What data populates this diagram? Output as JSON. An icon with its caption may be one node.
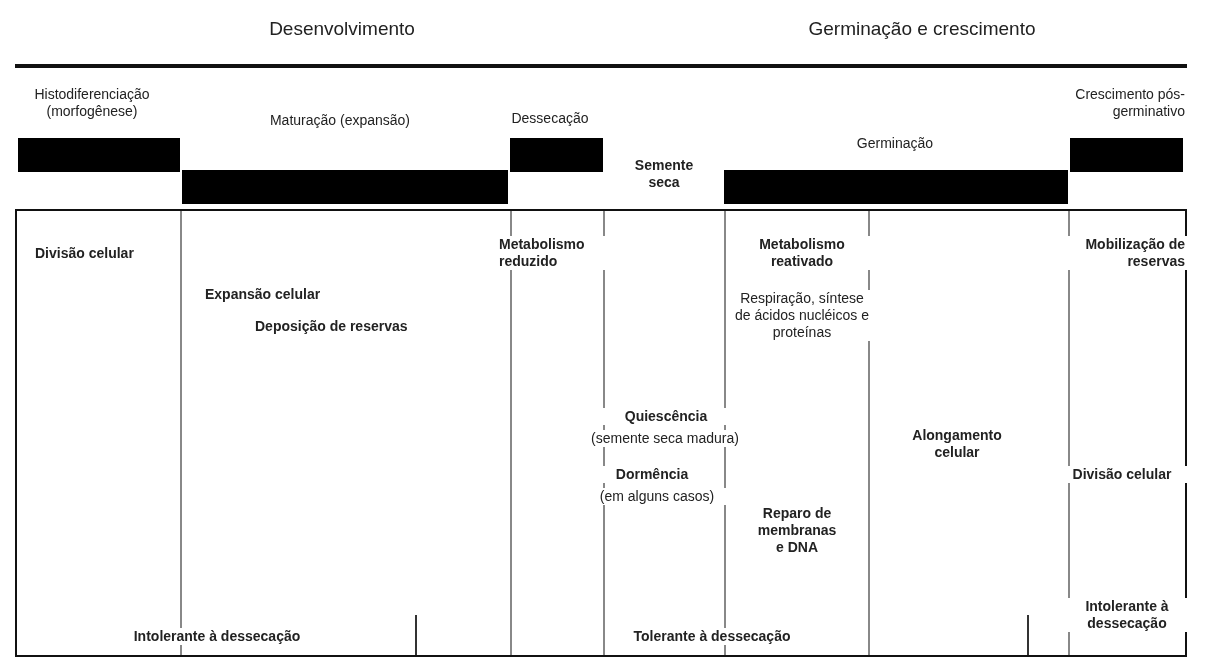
{
  "diagram": {
    "nodes": [
      {
        "text": [
          "Histodiferenciação (morfogênese)"
        ]
      },
      {
        "text": [
          "Maturação (expansão)"
        ]
      },
      {
        "text": [
          "Dessecação"
        ]
      },
      {
        "text": [
          "Germinação"
        ]
      },
      {
        "text": [
          "Crescimento pós-germinativo"
        ]
      }
    ],
    "labels": [
      "Desenvolvimento",
      "Germinação e crescimento",
      "Semente seca",
      "Divisão celular",
      "Metabolismo reduzido",
      "Metabolismo reativado",
      "Mobilização de reservas",
      "Expansão celular",
      "Respiração, síntese de ácidos nucléicos e proteínas",
      "Deposição de reservas",
      "Quiescência",
      "(semente seca madura)",
      "Alongamento celular",
      "Dormência",
      "(em alguns casos)",
      "Divisão celular",
      "Reparo de membranas e DNA",
      "Intolerante à dessecação",
      "Intolerante à dessecação",
      "Tolerante à dessecação"
    ]
  }
}
